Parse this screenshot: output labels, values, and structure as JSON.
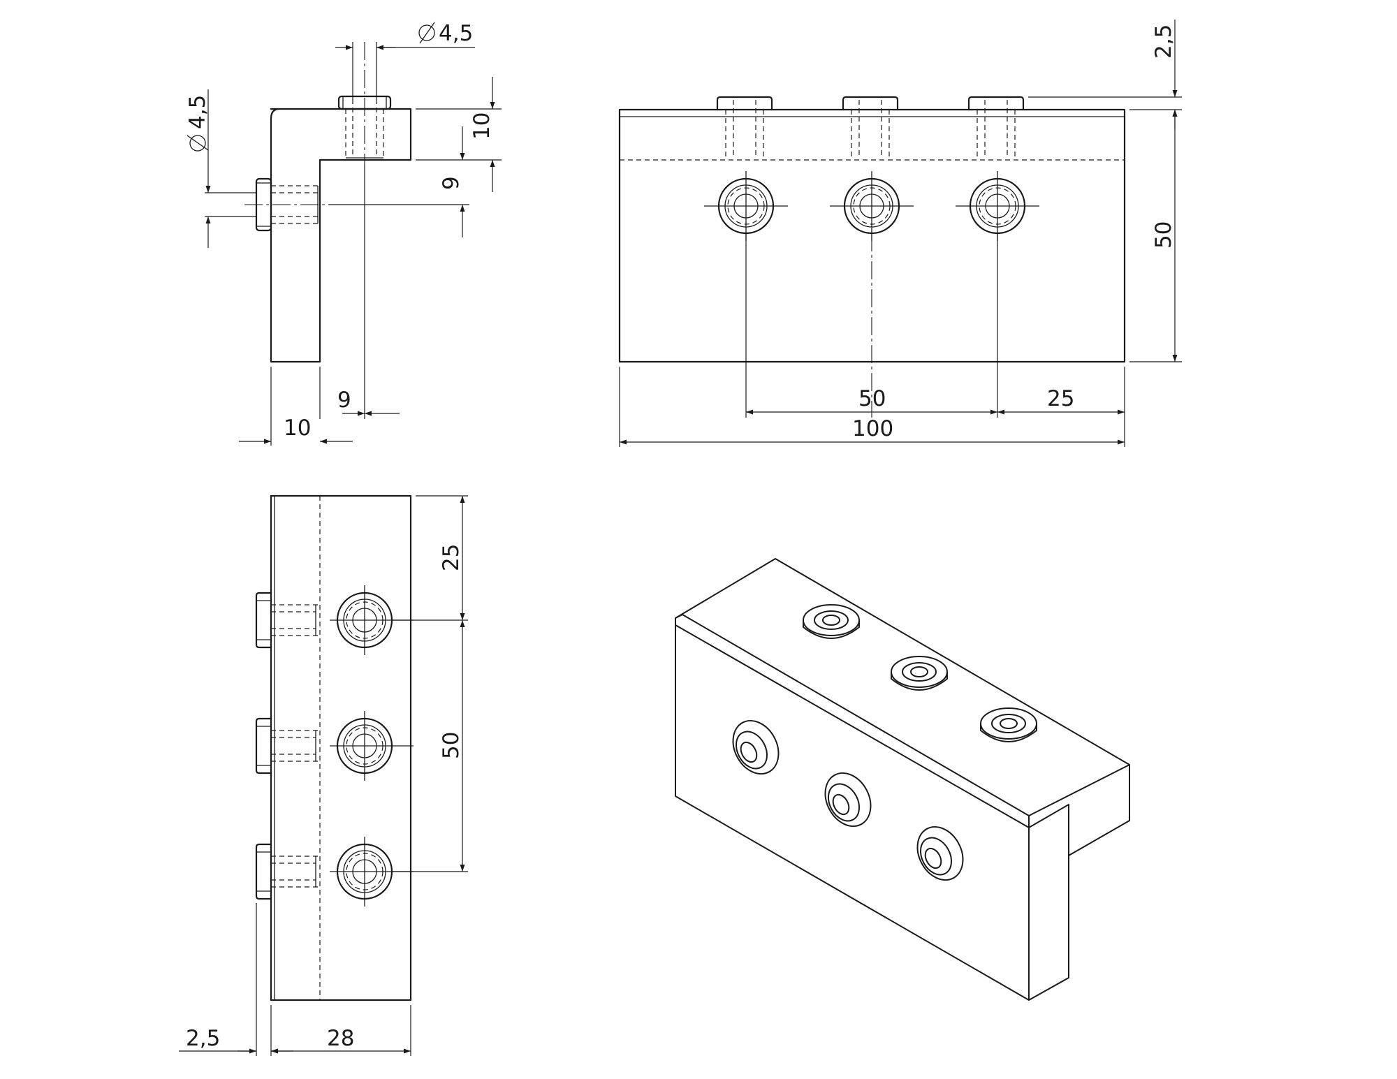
{
  "dimensions": {
    "side_top_hole_dia": "4,5",
    "side_left_hole_dia": "4,5",
    "side_height_top": "10",
    "side_offset_hole": "9",
    "side_bottom_9": "9",
    "side_bottom_10": "10",
    "front_pitch": "50",
    "front_edge": "25",
    "front_length": "100",
    "front_height": "50",
    "front_head": "2,5",
    "bottom_edge": "25",
    "bottom_pitch": "50",
    "bottom_head": "2,5",
    "bottom_width": "28"
  }
}
